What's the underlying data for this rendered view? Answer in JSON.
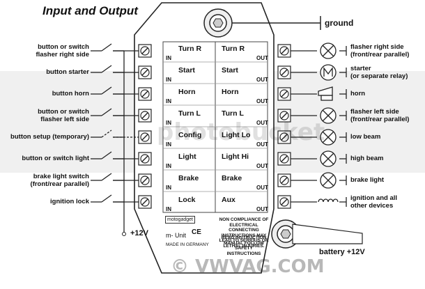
{
  "title": "Input and Output",
  "ground_label": "ground",
  "left_inputs": [
    {
      "line1": "button or switch",
      "line2": "flasher right side"
    },
    {
      "line1": "button starter",
      "line2": ""
    },
    {
      "line1": "button horn",
      "line2": ""
    },
    {
      "line1": "button or switch",
      "line2": "flasher left side"
    },
    {
      "line1": "button setup (temporary)",
      "line2": ""
    },
    {
      "line1": "button or switch light",
      "line2": ""
    },
    {
      "line1": "brake light switch",
      "line2": "(front/rear parallel)"
    },
    {
      "line1": "ignition lock",
      "line2": ""
    }
  ],
  "functions": [
    {
      "in": "Turn R",
      "out": "Turn R"
    },
    {
      "in": "Start",
      "out": "Start"
    },
    {
      "in": "Horn",
      "out": "Horn"
    },
    {
      "in": "Turn L",
      "out": "Turn L"
    },
    {
      "in": "Config",
      "out": "Light Lo"
    },
    {
      "in": "Light",
      "out": "Light Hi"
    },
    {
      "in": "Brake",
      "out": "Brake"
    },
    {
      "in": "Lock",
      "out": "Aux"
    }
  ],
  "in_tag": "IN",
  "out_tag": "OUT",
  "right_outputs": [
    {
      "line1": "flasher right side",
      "line2": "(front/rear parallel)",
      "icon": "lamp-icon"
    },
    {
      "line1": "starter",
      "line2": "(or separate relay)",
      "icon": "motor-icon"
    },
    {
      "line1": "horn",
      "line2": "",
      "icon": "horn-icon"
    },
    {
      "line1": "flasher left side",
      "line2": "(front/rear parallel)",
      "icon": "lamp-icon"
    },
    {
      "line1": "low beam",
      "line2": "",
      "icon": "lamp-icon"
    },
    {
      "line1": "high beam",
      "line2": "",
      "icon": "lamp-icon"
    },
    {
      "line1": "brake light",
      "line2": "",
      "icon": "lamp-icon"
    },
    {
      "line1": "ignition and all",
      "line2": "other devices",
      "icon": "coil-icon"
    }
  ],
  "plus_left": "+12V",
  "battery_label": "battery +12V",
  "brand": "motogadget",
  "unit_name": "m- Unit",
  "made_in": "MADE IN GERMANY",
  "warning_text": "NON COMPLIANCE OF ELECTRICAL CONNECTING INSTRUCTIONS MAY LEAD TO SERIOUS OR LETHAL INJURIES.",
  "read_manual_text": "READ INSTRUCTION MANUAL FOLLOW SAFETY INSTRUCTIONS",
  "watermark_center": "photobucket",
  "watermark_bottom": "© VWVAG.COM"
}
